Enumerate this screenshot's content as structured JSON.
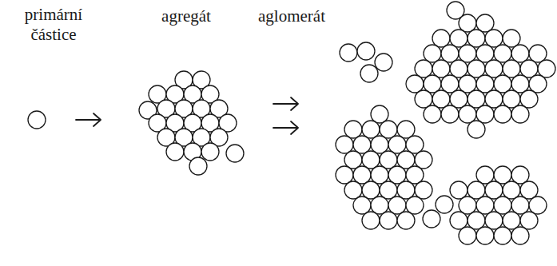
{
  "diagram": {
    "labels": [
      "primární částice",
      "agregát",
      "aglomerát"
    ]
  }
}
